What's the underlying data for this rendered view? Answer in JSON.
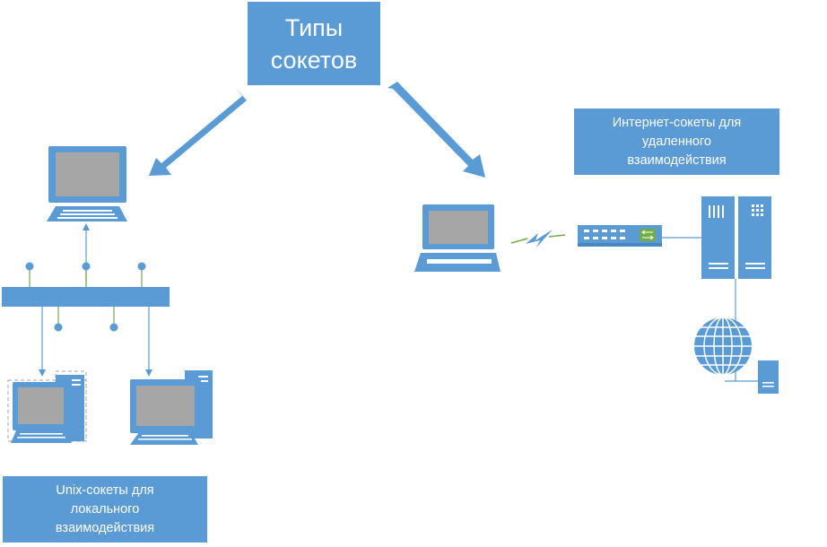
{
  "title": {
    "line1": "Типы",
    "line2": "сокетов"
  },
  "internet_label": {
    "line1": "Интернет-сокеты для",
    "line2": "удаленного",
    "line3": "взаимодействия"
  },
  "unix_label": {
    "line1": "Unix-сокеты для",
    "line2": "локального",
    "line3": "взаимодействия"
  },
  "colors": {
    "accent_blue": "#5b9bd5",
    "screen_gray": "#a6a6a6",
    "connector_green": "#70ad47",
    "background": "#ffffff"
  },
  "icons": [
    "desktop-computer-icon",
    "laptop-icon",
    "network-hub-icon",
    "server-icon",
    "globe-icon",
    "wireless-link-icon"
  ]
}
